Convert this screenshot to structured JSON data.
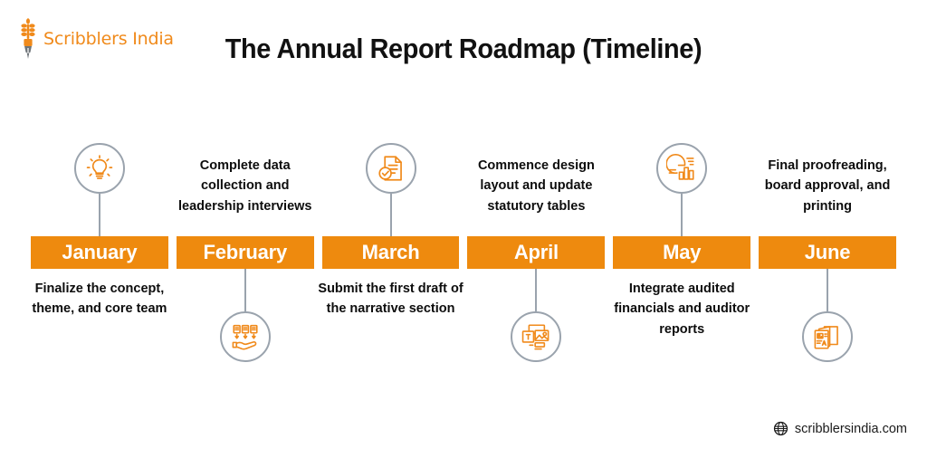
{
  "brand": {
    "name": "Scribblers India",
    "logo_icon": "wheat-quill-logo",
    "color": "#F08A1B"
  },
  "header": {
    "title": "The Annual Report Roadmap (Timeline)"
  },
  "theme": {
    "bar_color": "#EE8A0E",
    "icon_color": "#F08A1B",
    "circle_stroke": "#9AA3AD",
    "text_color": "#111111"
  },
  "timeline": {
    "months": [
      {
        "label": "January",
        "caption": "Finalize the concept, theme, and core team",
        "caption_position": "below",
        "icon_position": "above",
        "icon": "lightbulb-icon"
      },
      {
        "label": "February",
        "caption": "Complete data collection and leadership interviews",
        "caption_position": "above",
        "icon_position": "below",
        "icon": "data-collection-hand-icon"
      },
      {
        "label": "March",
        "caption": "Submit the first draft of the narrative section",
        "caption_position": "below",
        "icon_position": "above",
        "icon": "document-check-icon"
      },
      {
        "label": "April",
        "caption": "Commence design layout and update statutory tables",
        "caption_position": "above",
        "icon_position": "below",
        "icon": "design-layout-icon"
      },
      {
        "label": "May",
        "caption": "Integrate audited financials and auditor reports",
        "caption_position": "below",
        "icon_position": "above",
        "icon": "charts-analytics-icon"
      },
      {
        "label": "June",
        "caption": "Final proofreading, board approval, and printing",
        "caption_position": "above",
        "icon_position": "below",
        "icon": "printed-booklet-icon"
      }
    ]
  },
  "footer": {
    "url": "scribblersindia.com",
    "icon": "globe-icon"
  }
}
